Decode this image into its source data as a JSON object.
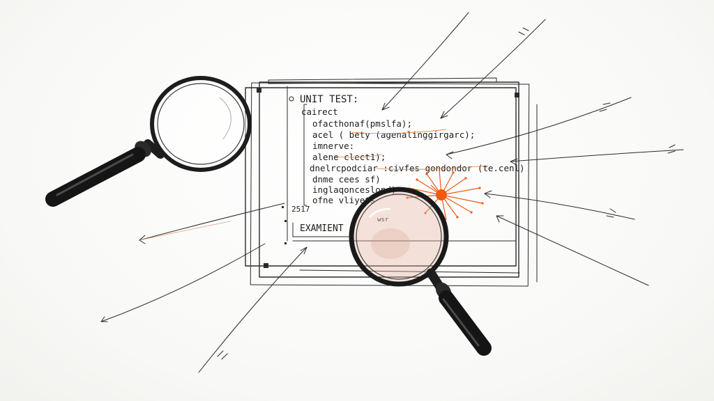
{
  "header": {
    "title": "UNIT TEST:"
  },
  "code": {
    "lines": [
      "cairect",
      "ofacthonaf(pmslfa);",
      "acel (  bety  (agenalinggirgarc);",
      "imnerve:",
      "alene clect1);",
      "dnelrcpodciar :civfes gondondor (te.cenl)",
      "dnme cees sf)",
      "inglaqonceslond)",
      "ofne vliyets"
    ]
  },
  "footer": {
    "year": "2517",
    "label": "EXAMIENT",
    "note": "wsr"
  },
  "colors": {
    "ink": "#2a2a2a",
    "accent": "#f05a12",
    "paper": "#ffffff"
  },
  "icons": [
    "magnifier-icon",
    "magnifier-icon",
    "burst-icon"
  ]
}
